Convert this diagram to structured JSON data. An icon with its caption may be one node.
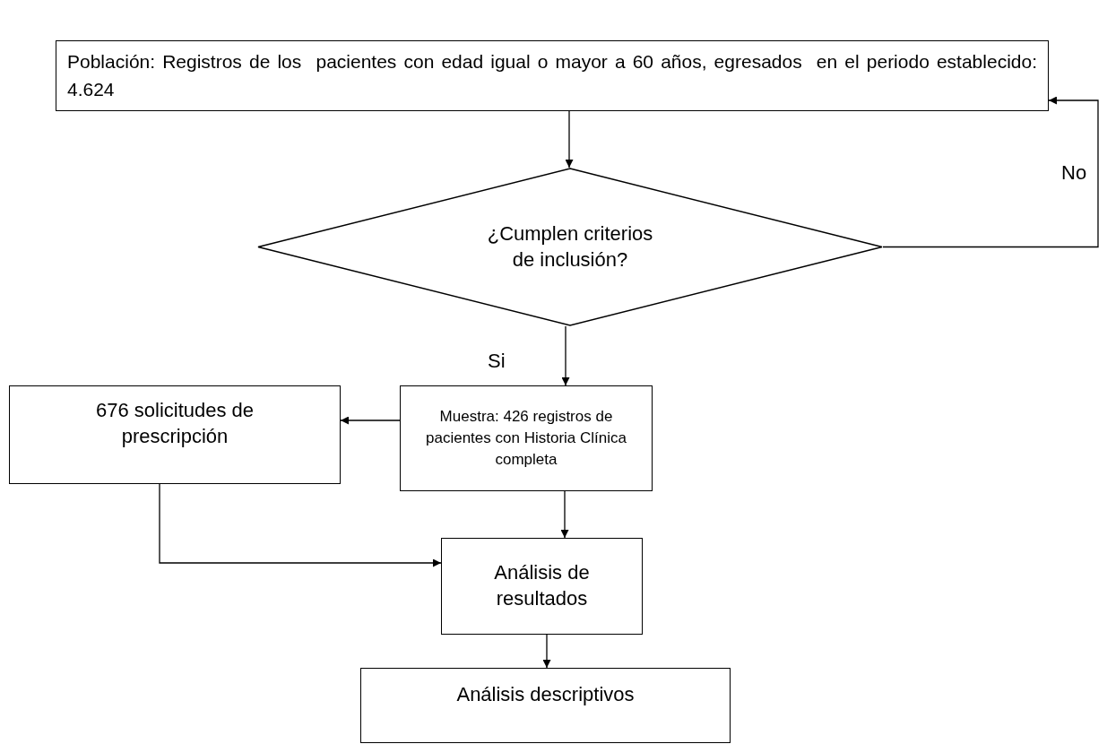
{
  "diagram": {
    "nodes": [
      {
        "text": [
          "Población: Registros de los  pacientes con edad igual o mayor a 60 años, egresados  en el periodo establecido: 4.624"
        ]
      },
      {
        "text": [
          "¿Cumplen criterios de inclusión?"
        ]
      },
      {
        "text": [
          "676 solicitudes de prescripción"
        ]
      },
      {
        "text": [
          "Muestra: 426 registros de pacientes con Historia Clínica completa"
        ]
      },
      {
        "text": [
          "Análisis de resultados"
        ]
      },
      {
        "text": [
          "Análisis descriptivos"
        ]
      }
    ],
    "edges": [
      {
        "from": 0,
        "to": 1,
        "arrow": "to"
      },
      {
        "from": 1,
        "to": 0,
        "arrow": "to",
        "label": "No"
      },
      {
        "from": 1,
        "to": 3,
        "arrow": "to",
        "label": "Si"
      },
      {
        "from": 3,
        "to": 2,
        "arrow": "to"
      },
      {
        "from": 2,
        "to": 4,
        "arrow": "to"
      },
      {
        "from": 3,
        "to": 4,
        "arrow": "to"
      },
      {
        "from": 4,
        "to": 5,
        "arrow": "to"
      }
    ]
  }
}
